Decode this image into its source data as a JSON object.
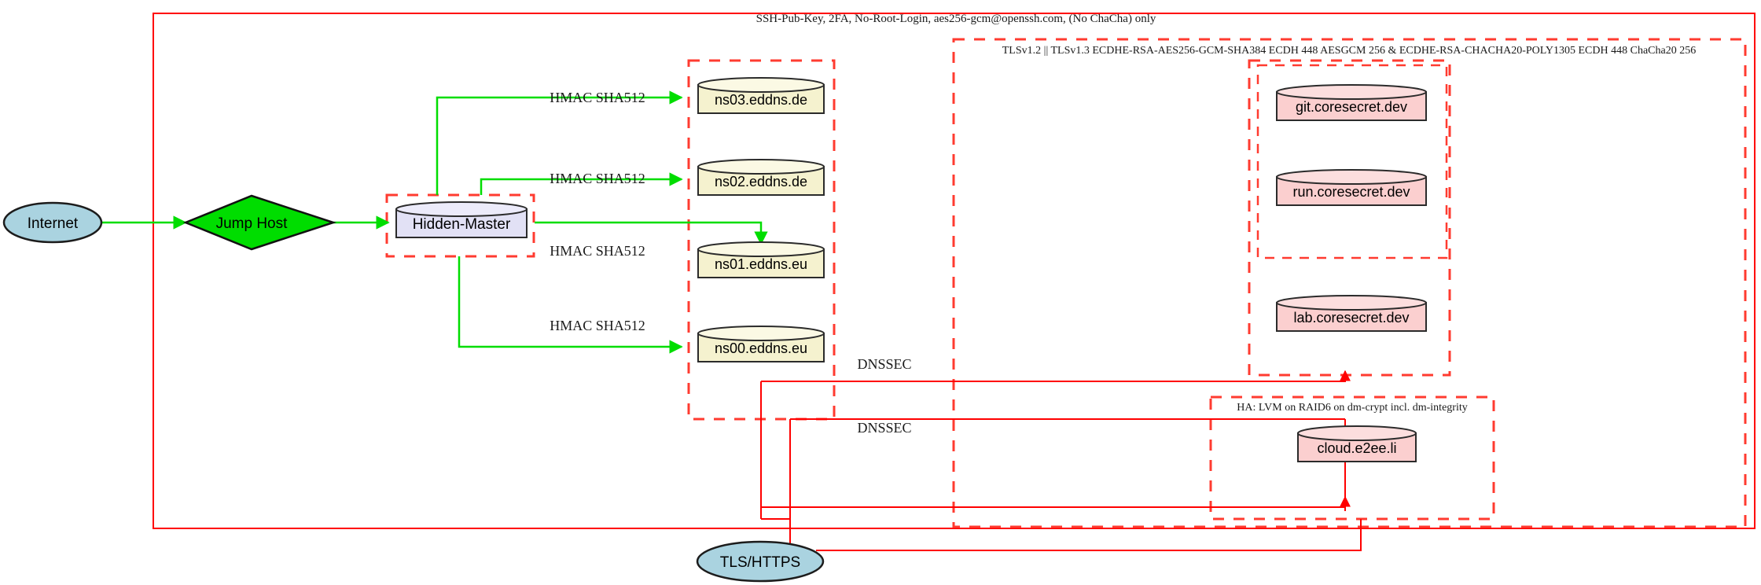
{
  "diagram": {
    "title_note": "SSH-Pub-Key, 2FA, No-Root-Login, aes256-gcm@openssh.com, (No ChaCha) only",
    "tls_note": "TLSv1.2 || TLSv1.3 ECDHE-RSA-AES256-GCM-SHA384 ECDH 448 AESGCM 256 & ECDHE-RSA-CHACHA20-POLY1305 ECDH 448 ChaCha20 256",
    "ha_note": "HA: LVM on RAID6 on dm-crypt incl. dm-integrity"
  },
  "nodes": {
    "internet": "Internet",
    "jump_host": "Jump Host",
    "hidden_master": "Hidden-Master",
    "ns03": "ns03.eddns.de",
    "ns02": "ns02.eddns.de",
    "ns01": "ns01.eddns.eu",
    "ns00": "ns00.eddns.eu",
    "git": "git.coresecret.dev",
    "run": "run.coresecret.dev",
    "lab": "lab.coresecret.dev",
    "cloud": "cloud.e2ee.li",
    "tls_https": "TLS/HTTPS"
  },
  "edge_labels": {
    "hmac_ns03": "HMAC SHA512",
    "hmac_ns02": "HMAC SHA512",
    "hmac_ns01": "HMAC SHA512",
    "hmac_ns00": "HMAC SHA512",
    "dnssec_upper": "DNSSEC",
    "dnssec_lower": "DNSSEC"
  },
  "colors": {
    "boundary_red": "#ff0000",
    "boundary_dashed_red": "#ff3b30",
    "edge_green": "#00dd00",
    "node_blue": "#aad3e0",
    "node_green": "#00dd00",
    "node_lavender": "#e2e1f5",
    "node_yellow": "#f5f2cf",
    "node_pink": "#fbcfcf"
  }
}
